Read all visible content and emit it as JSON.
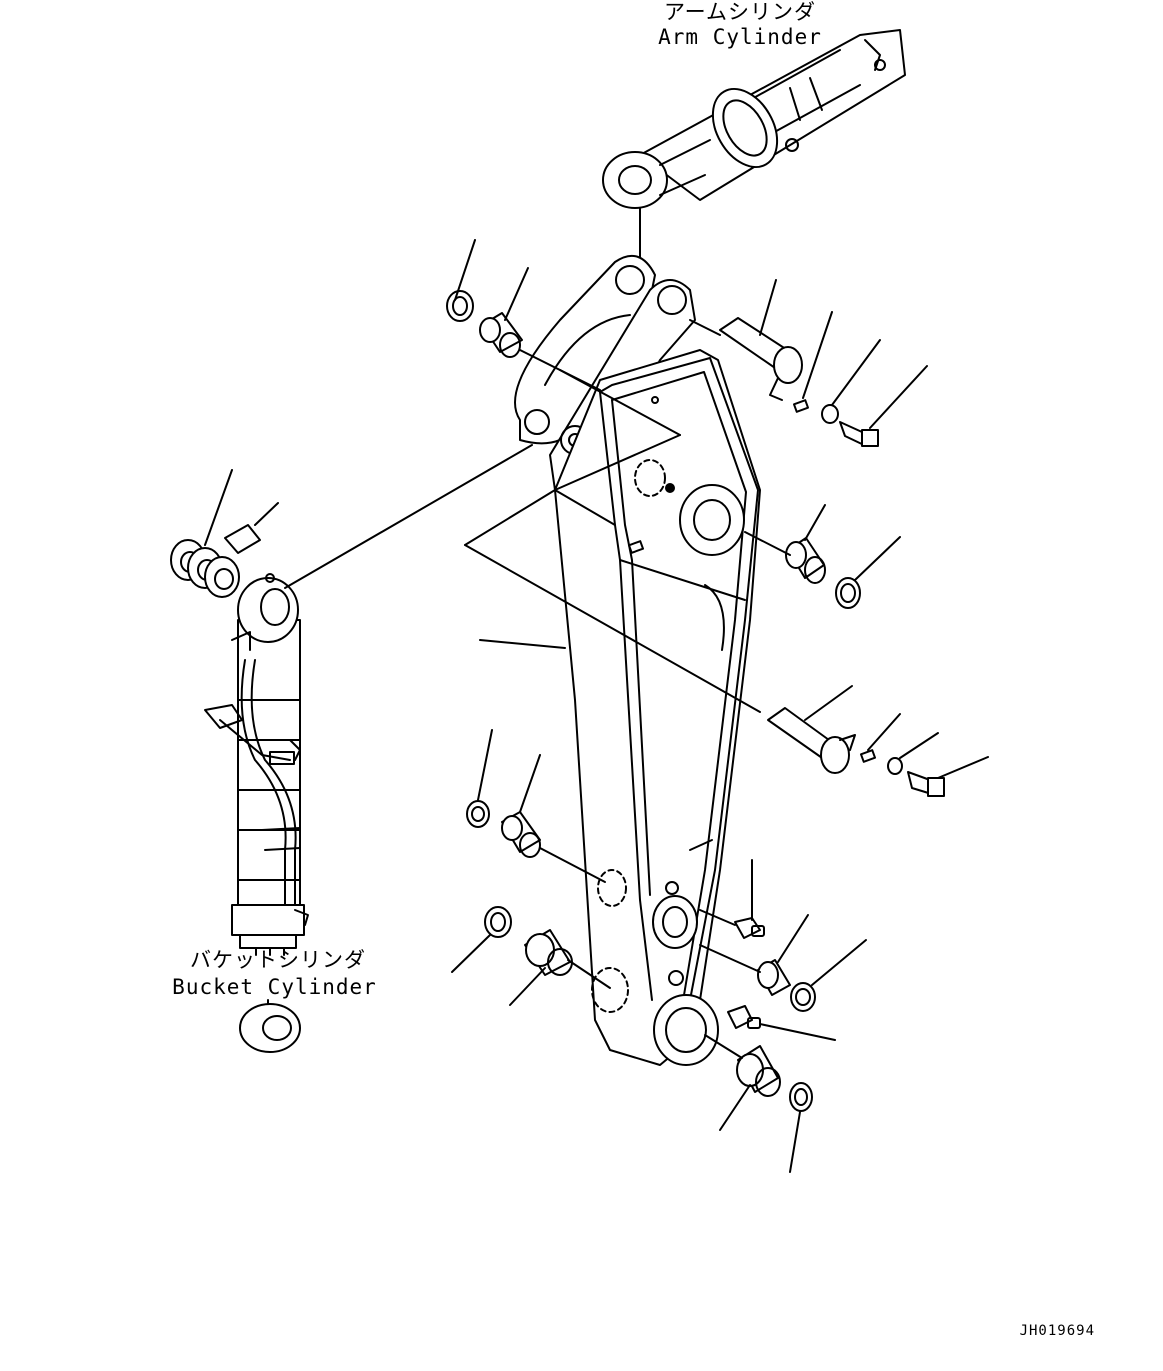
{
  "labels": {
    "arm_cylinder_jp": "アームシリンダ",
    "arm_cylinder_en": "Arm Cylinder",
    "bucket_cylinder_jp": "バケットシリンダ",
    "bucket_cylinder_en": "Bucket Cylinder"
  },
  "drawing_code": "JH019694",
  "colors": {
    "line": "#000000",
    "background": "#ffffff"
  }
}
